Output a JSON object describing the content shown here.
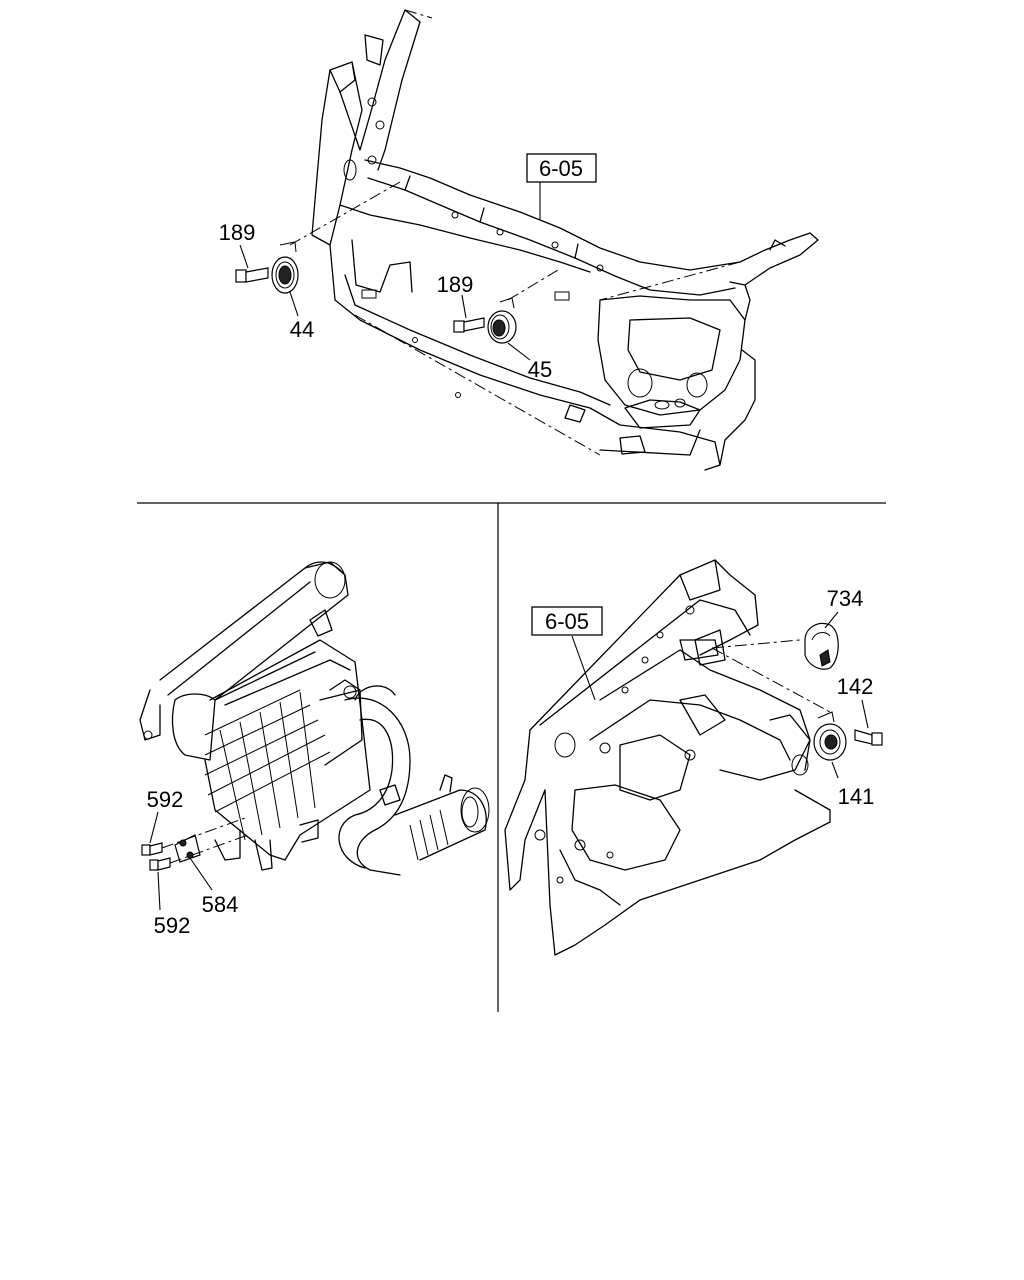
{
  "top_panel": {
    "ref_label": "6-05",
    "callouts": [
      "189",
      "44",
      "189",
      "45"
    ]
  },
  "left_panel": {
    "callouts": [
      "592",
      "584",
      "592"
    ]
  },
  "right_panel": {
    "ref_label": "6-05",
    "callouts": [
      "734",
      "142",
      "141"
    ]
  }
}
